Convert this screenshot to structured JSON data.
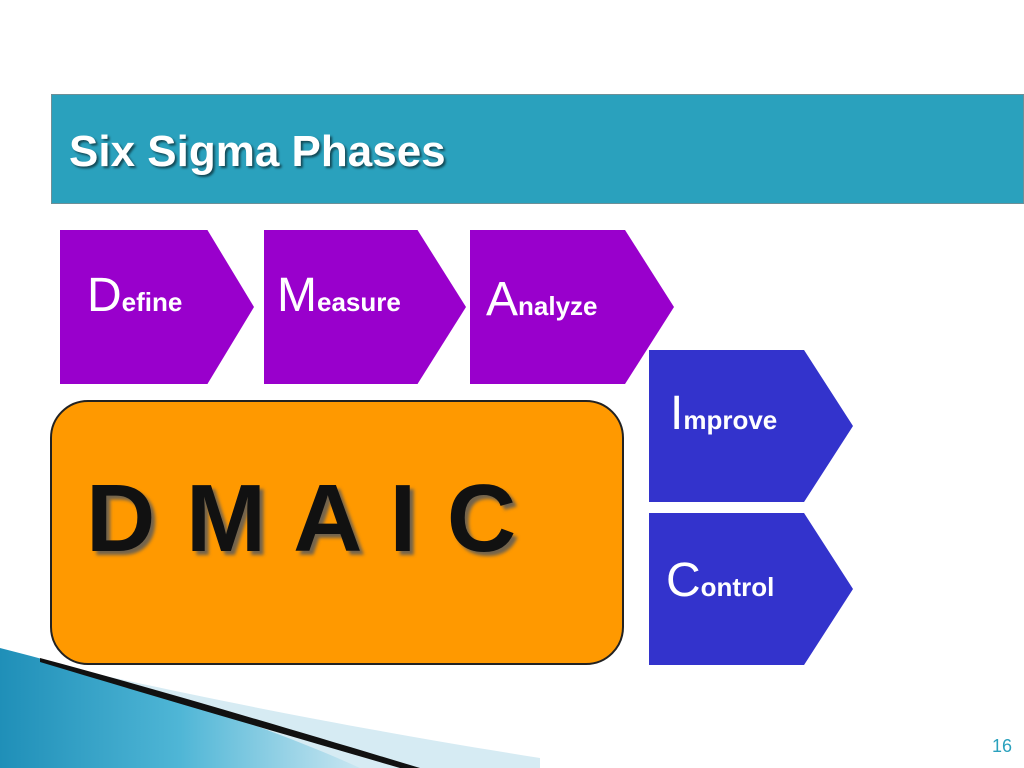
{
  "slide": {
    "title": "Six Sigma Phases",
    "page_number": "16"
  },
  "phases": [
    {
      "initial": "D",
      "rest": "efine",
      "color": "#9900cc"
    },
    {
      "initial": "M",
      "rest": "easure",
      "color": "#9900cc"
    },
    {
      "initial": "A",
      "rest": "nalyze",
      "color": "#9900cc"
    },
    {
      "initial": "I",
      "rest": "mprove",
      "color": "#3333cc"
    },
    {
      "initial": "C",
      "rest": "ontrol",
      "color": "#3333cc"
    }
  ],
  "acronym": "D M A I C",
  "colors": {
    "title_bar": "#2aa1bd",
    "acronym_box": "#ff9900",
    "page_number": "#2aa1bd"
  }
}
